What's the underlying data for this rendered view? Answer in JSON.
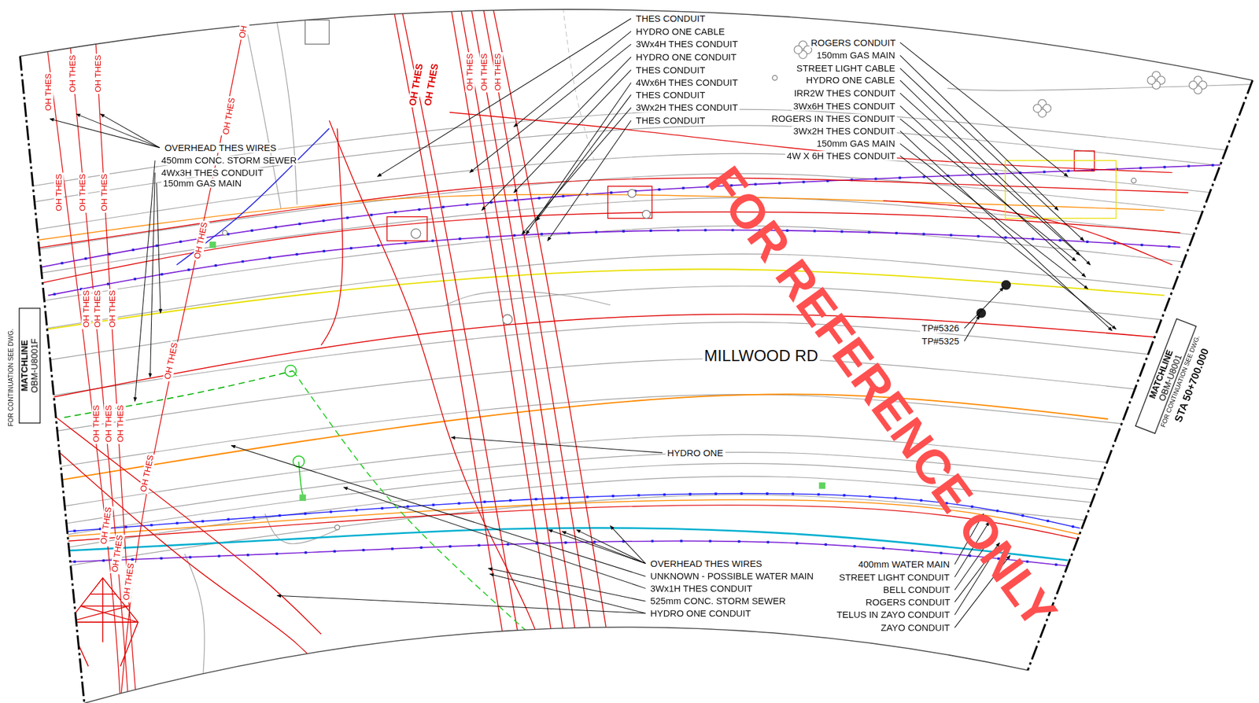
{
  "diagram": {
    "nodes": [
      {
        "text": [
          "MATCHLINE",
          "OBM-U8001F"
        ]
      },
      {
        "text": [
          "MATCHLINE",
          "OBM-U8001"
        ]
      }
    ],
    "labels": [
      "THES CONDUIT",
      "HYDRO ONE CABLE",
      "3Wx4H THES CONDUIT",
      "HYDRO ONE CONDUIT",
      "THES CONDUIT",
      "4Wx6H THES CONDUIT",
      "THES CONDUIT",
      "3Wx2H THES CONDUIT",
      "THES CONDUIT",
      "ROGERS CONDUIT",
      "150mm GAS MAIN",
      "STREET LIGHT CABLE",
      "HYDRO ONE CABLE",
      "IRR2W THES CONDUIT",
      "3Wx6H THES CONDUIT",
      "ROGERS IN THES CONDUIT",
      "3Wx2H THES CONDUIT",
      "150mm GAS MAIN",
      "4W X 6H THES CONDUIT",
      "OVERHEAD THES WIRES",
      "450mm CONC. STORM SEWER",
      "4Wx3H THES CONDUIT",
      "150mm GAS MAIN",
      "TP#5326",
      "TP#5325",
      "MILLWOOD RD",
      "HYDRO ONE",
      "OVERHEAD THES WIRES",
      "UNKNOWN - POSSIBLE WATER MAIN",
      "3Wx1H THES CONDUIT",
      "525mm CONC. STORM SEWER",
      "HYDRO ONE CONDUIT",
      "400mm WATER MAIN",
      "STREET LIGHT CONDUIT",
      "BELL CONDUIT",
      "ROGERS CONDUIT",
      "TELUS IN ZAYO CONDUIT",
      "ZAYO CONDUIT",
      "FOR CONTINUATION SEE DWG.",
      "FOR CONTINUATION SEE DWG.",
      "STA 50+700.000",
      "FOR REFERENCE ONLY",
      "OH",
      "OH THES",
      "OH THES",
      "OH THES",
      "OH THES",
      "OH THES",
      "OH THES",
      "OH THES",
      "OH THES",
      "OH THES",
      "OH THES",
      "OH THES",
      "OH THES",
      "OH THES",
      "OH THES",
      "OH THES",
      "OH THES",
      "OH THES",
      "OH THES",
      "OH THES",
      "OH THES",
      "OH THES",
      "OH THES",
      "OH THES",
      "OH THES"
    ]
  }
}
